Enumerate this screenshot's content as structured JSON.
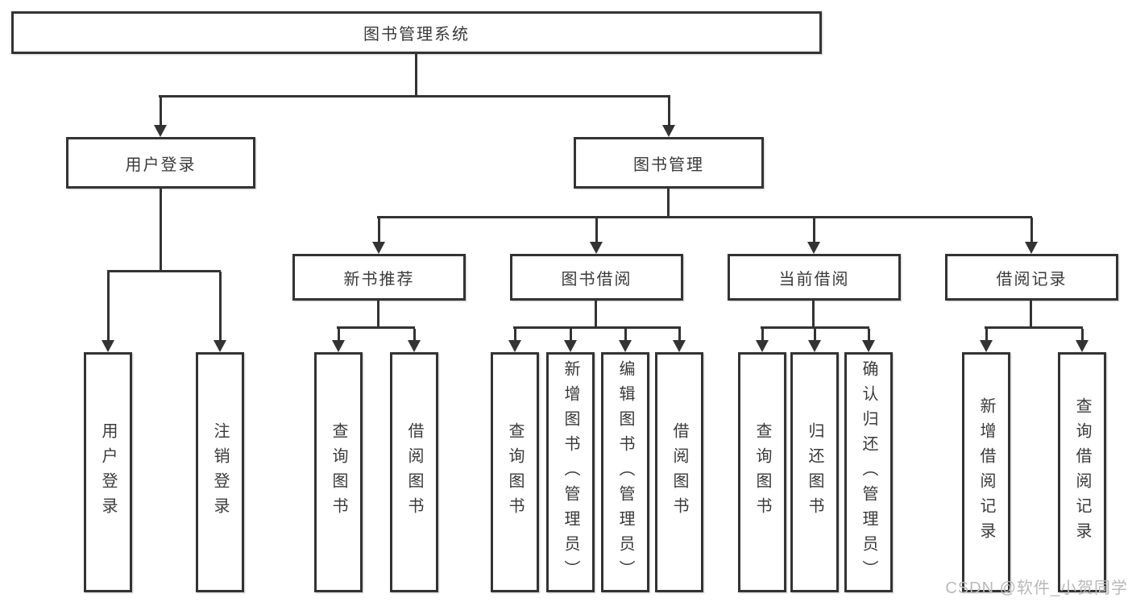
{
  "tree": {
    "root": "图书管理系统",
    "children": [
      {
        "label": "用户登录",
        "children": [
          {
            "label": "用户登录"
          },
          {
            "label": "注销登录"
          }
        ]
      },
      {
        "label": "图书管理",
        "children": [
          {
            "label": "新书推荐",
            "children": [
              {
                "label": "查询图书"
              },
              {
                "label": "借阅图书"
              }
            ]
          },
          {
            "label": "图书借阅",
            "children": [
              {
                "label": "查询图书"
              },
              {
                "label": "新增图书（管理员）"
              },
              {
                "label": "编辑图书（管理员）"
              },
              {
                "label": "借阅图书"
              }
            ]
          },
          {
            "label": "当前借阅",
            "children": [
              {
                "label": "查询图书"
              },
              {
                "label": "归还图书"
              },
              {
                "label": "确认归还（管理员）"
              }
            ]
          },
          {
            "label": "借阅记录",
            "children": [
              {
                "label": "新增借阅记录"
              },
              {
                "label": "查询借阅记录"
              }
            ]
          }
        ]
      }
    ]
  },
  "watermark": {
    "text": "CSDN @软件_小贺同学"
  },
  "colors": {
    "line": "#333333",
    "text": "#3a3a3a",
    "background": "#ffffff",
    "watermark": "#b9b9b9"
  }
}
